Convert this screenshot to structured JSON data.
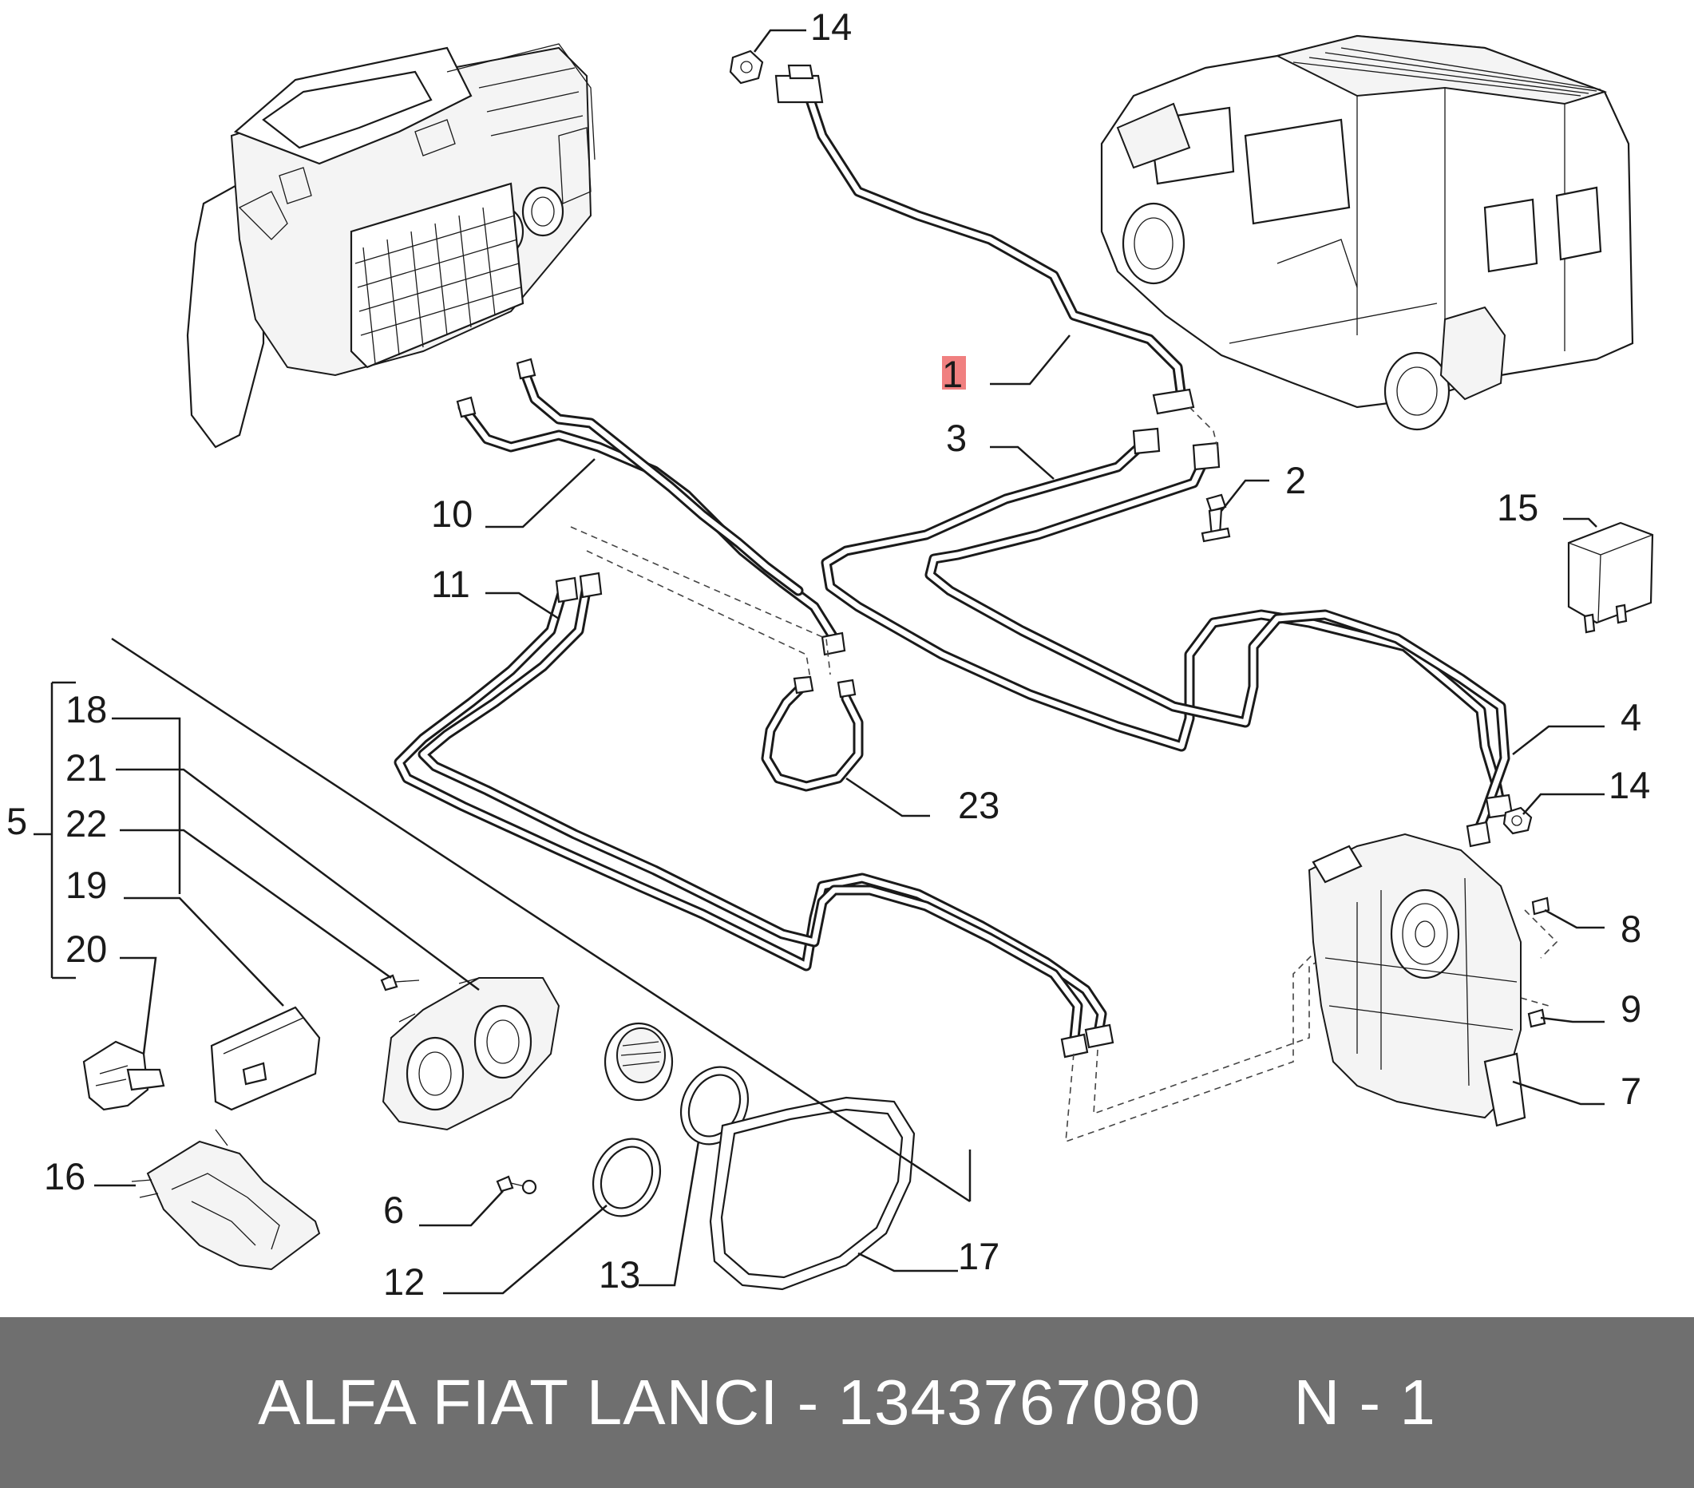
{
  "colors": {
    "highlight": "#f08080",
    "footer_bg": "#6f6f6f",
    "footer_text": "#ffffff",
    "line": "#1a1a1a"
  },
  "callouts": {
    "c1": "1",
    "c2": "2",
    "c3": "3",
    "c4": "4",
    "c5": "5",
    "c6": "6",
    "c7": "7",
    "c8": "8",
    "c9": "9",
    "c10": "10",
    "c11": "11",
    "c12": "12",
    "c13": "13",
    "c14a": "14",
    "c14b": "14",
    "c15": "15",
    "c16": "16",
    "c17": "17",
    "c18": "18",
    "c19": "19",
    "c20": "20",
    "c21": "21",
    "c22": "22",
    "c23": "23"
  },
  "highlighted_callout": "1",
  "footer": {
    "text": "ALFA FIAT LANCI - 1343767080     N - 1"
  }
}
